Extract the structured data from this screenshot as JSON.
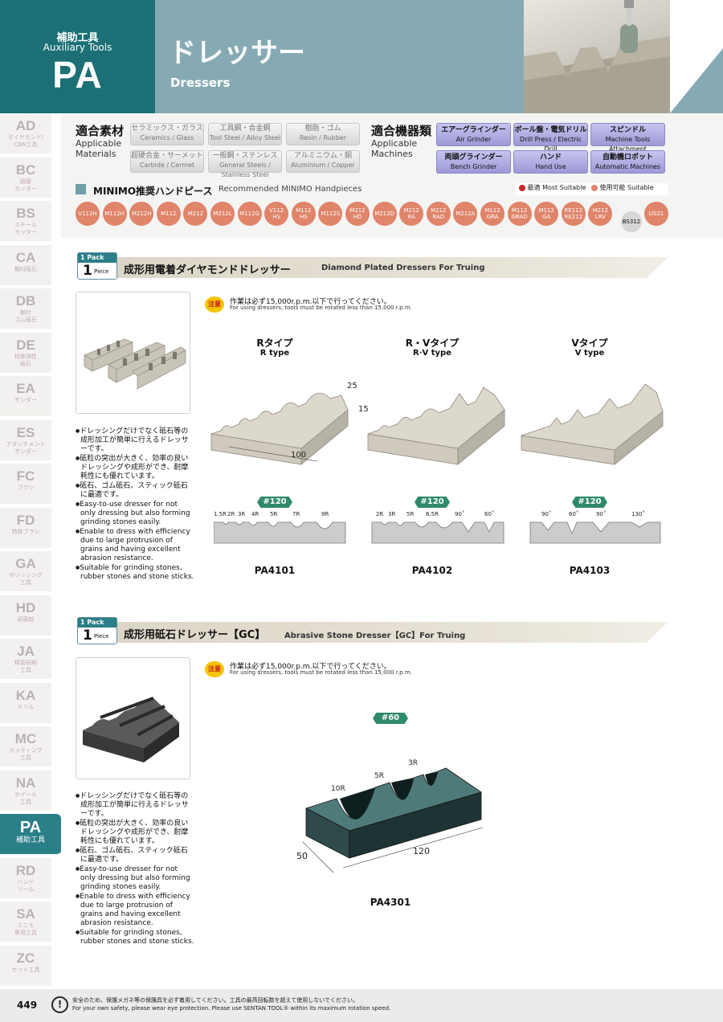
{
  "header": {
    "category_jp": "補助工具",
    "category_en": "Auxiliary Tools",
    "category_code": "PA",
    "title_jp": "ドレッサー",
    "title_en": "Dressers"
  },
  "sidebar": {
    "tabs": [
      {
        "code": "AD",
        "label": "ダイヤモンド/\nCBN工具"
      },
      {
        "code": "BC",
        "label": "超硬\nカッター"
      },
      {
        "code": "BS",
        "label": "スチール\nカッター"
      },
      {
        "code": "CA",
        "label": "軸付砥石"
      },
      {
        "code": "DB",
        "label": "軸付\nゴム砥石"
      },
      {
        "code": "DE",
        "label": "特殊弾性\n砥石"
      },
      {
        "code": "EA",
        "label": "サンダー"
      },
      {
        "code": "ES",
        "label": "アタッチメント\nサンダー"
      },
      {
        "code": "FC",
        "label": "ブラシ"
      },
      {
        "code": "FD",
        "label": "特殊ブラシ"
      },
      {
        "code": "GA",
        "label": "ポリッシング\n工具"
      },
      {
        "code": "HD",
        "label": "研磨剤"
      },
      {
        "code": "JA",
        "label": "精密研削\n工具"
      },
      {
        "code": "KA",
        "label": "ドリル"
      },
      {
        "code": "MC",
        "label": "カッティング\n工具"
      },
      {
        "code": "NA",
        "label": "ホイール\n工具"
      },
      {
        "code": "PA",
        "label": "補助工具"
      },
      {
        "code": "RD",
        "label": "ハンド\nツール"
      },
      {
        "code": "SA",
        "label": "ミニモ\n専用工具"
      },
      {
        "code": "ZC",
        "label": "セット工具"
      }
    ]
  },
  "panel": {
    "materials_title": "適合素材",
    "materials_sub": "Applicable\nMaterials",
    "materials": [
      {
        "jp": "セラミックス・ガラス",
        "en": "Ceramics / Glass"
      },
      {
        "jp": "工具鋼・合金鋼",
        "en": "Tool Steel / Alloy Steel"
      },
      {
        "jp": "樹脂・ゴム",
        "en": "Resin / Rubber"
      },
      {
        "jp": "超硬合金・サーメット",
        "en": "Carbide / Cermet"
      },
      {
        "jp": "一般鋼・ステンレス",
        "en": "General Steels / Stainless Steel"
      },
      {
        "jp": "アルミニウム・銅",
        "en": "Aluminium / Copper"
      }
    ],
    "machines_title": "適合機器類",
    "machines_sub": "Applicable\nMachines",
    "machines": [
      {
        "jp": "エアーグラインダー",
        "en": "Air Grinder"
      },
      {
        "jp": "ボール盤・電気ドリル",
        "en": "Drill Press / Electric Drill"
      },
      {
        "jp": "スピンドル",
        "en": "Machine Tools Attachment"
      },
      {
        "jp": "両頭グラインダー",
        "en": "Bench Grinder"
      },
      {
        "jp": "ハンド",
        "en": "Hand Use"
      },
      {
        "jp": "自動機ロボット",
        "en": "Automatic Machines"
      }
    ],
    "minimo_jp": "MINIMO推奨ハンドピース",
    "minimo_en": "Recommended MINIMO Handpieces",
    "legend_most_jp": "最適",
    "legend_most_en": "Most Suitable",
    "legend_use_jp": "使用可能",
    "legend_use_en": "Suitable",
    "color_most": "#c62828",
    "color_suitable": "#e0846a",
    "handpieces": [
      "V112H",
      "M112H",
      "M212H",
      "M112",
      "M212",
      "M212L",
      "M112G",
      "V112\nHS",
      "M112\nHS",
      "M112S",
      "M212\nHD",
      "M212D",
      "M212\nRA",
      "M212\nRAD",
      "M212A",
      "M112\nGRA",
      "M112\nGRAD",
      "M112\nGA",
      "RE112\nRE212",
      "M212\nLRV",
      "BS312",
      "US21"
    ]
  },
  "section1": {
    "pack_top": "1 Pack",
    "pack_num": "1",
    "pack_unit": "Piece",
    "title_jp": "成形用電着ダイヤモンドドレッサー",
    "title_en": "Diamond Plated Dressers For Truing",
    "caution_badge": "注意",
    "caution_jp": "作業は必ず15,000r.p.m.以下で行ってください。",
    "caution_en": "For using dressers, tools must be rotated less than 15,000 r.p.m.",
    "bullets": [
      "ドレッシングだけでなく砥石等の成形加工が簡単に行えるドレッサーです。",
      "砥粒の突出が大きく、効率の良いドレッシングや成形ができ、耐摩耗性にも優れています。",
      "砥石、ゴム砥石、スティック砥石に最適です。",
      "Easy-to-use dresser for not only dressing but also forming grinding stones easily.",
      "Enable to dress with efficiency due to large protrusion of grains and having excellent abrasion resistance.",
      "Suitable for grinding stones, rubber stones and stone sticks."
    ],
    "dims": {
      "width": "100",
      "height": "15",
      "depth": "25"
    },
    "products": [
      {
        "type_jp": "Rタイプ",
        "type_en": "R type",
        "grit": "#120",
        "code": "PA4101",
        "profile": [
          "1.5R",
          "2R",
          "3R",
          "4R",
          "5R",
          "7R",
          "9R"
        ]
      },
      {
        "type_jp": "R・Vタイプ",
        "type_en": "R·V type",
        "grit": "#120",
        "code": "PA4102",
        "profile": [
          "2R",
          "3R",
          "5R",
          "6.5R",
          "90˚",
          "60˚"
        ]
      },
      {
        "type_jp": "Vタイプ",
        "type_en": "V type",
        "grit": "#120",
        "code": "PA4103",
        "profile": [
          "90˚",
          "60˚",
          "90˚",
          "130˚"
        ]
      }
    ]
  },
  "section2": {
    "pack_top": "1 Pack",
    "pack_num": "1",
    "pack_unit": "Piece",
    "title_jp": "成形用砥石ドレッサー【GC】",
    "title_en": "Abrasive Stone Dresser【GC】For Truing",
    "caution_badge": "注意",
    "caution_jp": "作業は必ず15,000r.p.m.以下で行ってください。",
    "caution_en": "For using dressers, tools must be rotated less than 15,000 r.p.m.",
    "bullets": [
      "ドレッシングだけでなく砥石等の成形加工が簡単に行えるドレッサーです。",
      "砥粒の突出が大きく、効率の良いドレッシングや成形ができ、耐摩耗性にも優れています。",
      "砥石、ゴム砥石、スティック砥石に最適です。",
      "Easy-to-use dresser for not only dressing but also forming grinding stones easily.",
      "Enable to dress with efficiency due to large protrusion of grains and having excellent abrasion resistance.",
      "Suitable for grinding stones, rubber stones and stone sticks."
    ],
    "grit": "#60",
    "code": "PA4301",
    "radii": [
      "10R",
      "5R",
      "3R"
    ],
    "dims": {
      "height": "50",
      "width": "120"
    }
  },
  "footer": {
    "page": "449",
    "icon": "!",
    "note_jp": "安全のため、保護メガネ等の保護具を必ず着用してください。工具の最高回転数を超えて使用しないでください。",
    "note_en": "For your own safety, please wear eye protection.  Please use SENTAN TOOL® within its maximum rotation speed."
  }
}
